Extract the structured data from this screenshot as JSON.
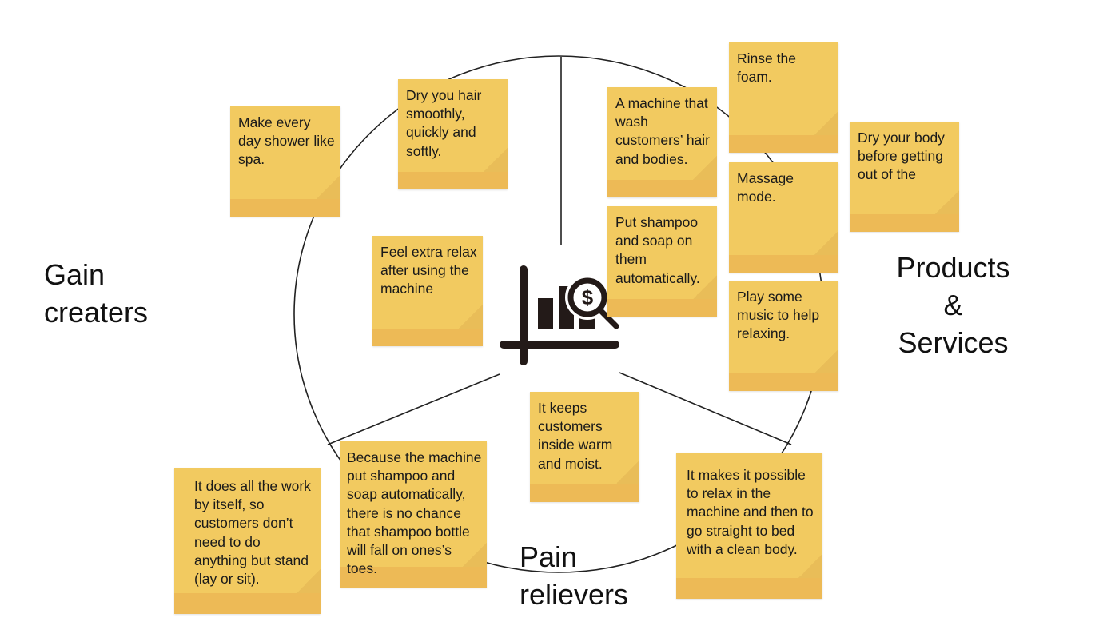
{
  "sections": {
    "gain_creators": "Gain\ncreaters",
    "products_line1": "Products",
    "products_line2": "&",
    "products_line3": "Services",
    "pain_relievers": "Pain\nrelievers"
  },
  "center_icon": "chart-dollar-magnifier-icon",
  "colors": {
    "note": "#F2CA60",
    "note_band": "#EDBA56"
  },
  "notes": [
    "Make every day shower like spa.",
    "Dry you hair smoothly, quickly and softly.",
    "Feel extra relax after using the machine",
    "A machine that wash customers’ hair and bodies.",
    "Put shampoo and soap on them automatically.",
    "Rinse the foam.",
    "Massage mode.",
    "Play some music to help relaxing.",
    "Dry your body before getting out of the",
    "It keeps customers inside warm and moist.",
    "It does all the work by itself, so customers don’t need to do anything but stand (lay or sit).",
    "Because the machine put shampoo and soap automatically, there is no chance that shampoo bottle will fall on ones’s toes.",
    "It makes it possible to relax in the machine and then to go straight to bed with a clean body."
  ]
}
